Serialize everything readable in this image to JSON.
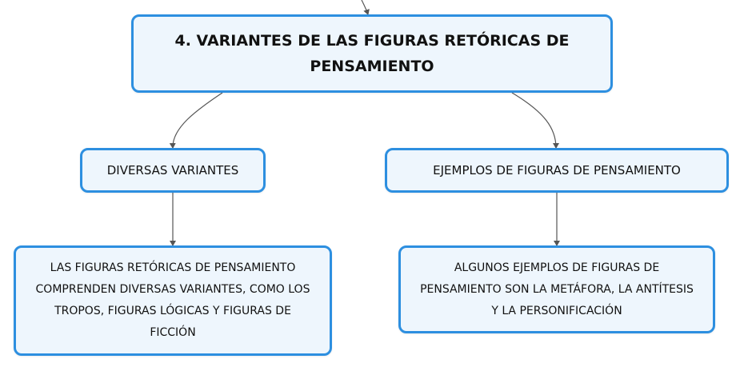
{
  "map": {
    "main_topic": "4. VARIANTES DE LAS FIGURAS RETÓRICAS DE PENSAMIENTO",
    "branches": [
      {
        "label": "DIVERSAS VARIANTES",
        "detail": "LAS FIGURAS RETÓRICAS DE PENSAMIENTO COMPRENDEN DIVERSAS VARIANTES, COMO LOS TROPOS, FIGURAS LÓGICAS Y FIGURAS DE FICCIÓN"
      },
      {
        "label": "EJEMPLOS DE FIGURAS DE PENSAMIENTO",
        "detail": "ALGUNOS EJEMPLOS DE FIGURAS DE PENSAMIENTO SON LA METÁFORA, LA ANTÍTESIS Y LA PERSONIFICACIÓN"
      }
    ]
  },
  "colors": {
    "node_border": "#2d8fe0",
    "node_fill": "#eef6fd",
    "connector": "#555555"
  }
}
